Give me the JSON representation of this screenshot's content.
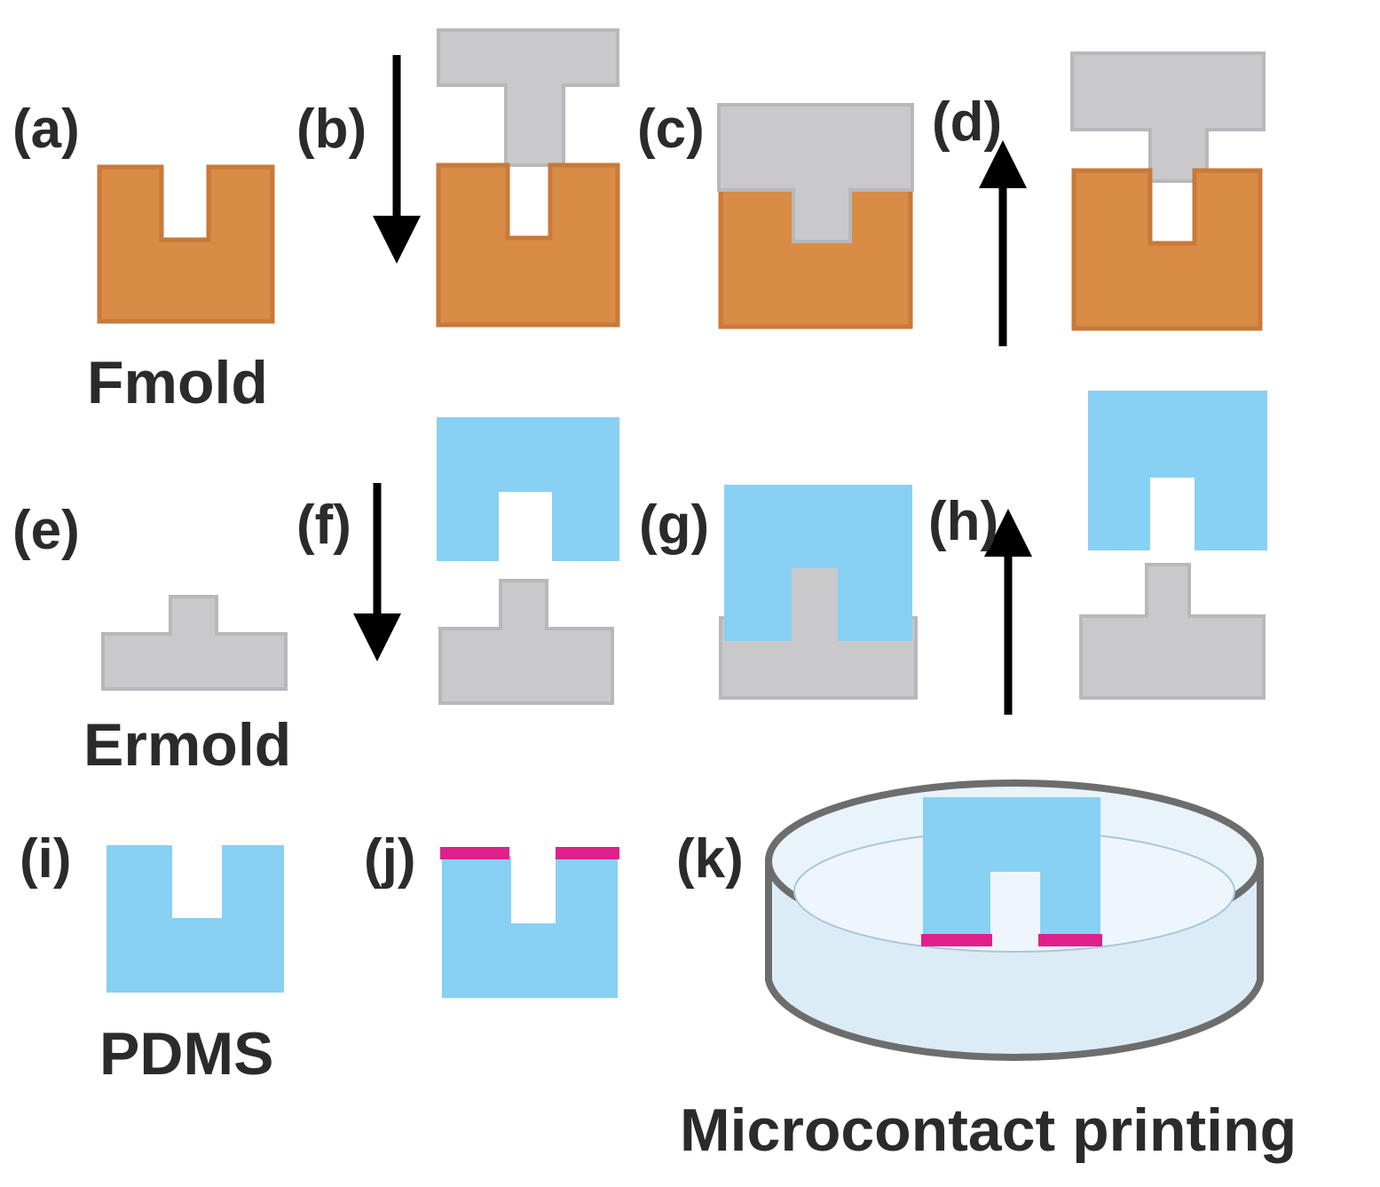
{
  "panels": {
    "a": "(a)",
    "b": "(b)",
    "c": "(c)",
    "d": "(d)",
    "e": "(e)",
    "f": "(f)",
    "g": "(g)",
    "h": "(h)",
    "i": "(i)",
    "j": "(j)",
    "k": "(k)"
  },
  "captions": {
    "fmold": "Fmold",
    "ermold": "Ermold",
    "pdms": "PDMS",
    "microcontact": "Microcontact printing"
  },
  "colors": {
    "fmold": "#d88c45",
    "fmold_edge": "#c9793a",
    "ermold": "#c9c9cc",
    "ermold_edge": "#b8b8bc",
    "pdms": "#88d0f4",
    "ink": "#e0208a",
    "dish_rim": "#6d6d6d",
    "dish_fill": "#dcecf7",
    "arrow": "#000000"
  }
}
